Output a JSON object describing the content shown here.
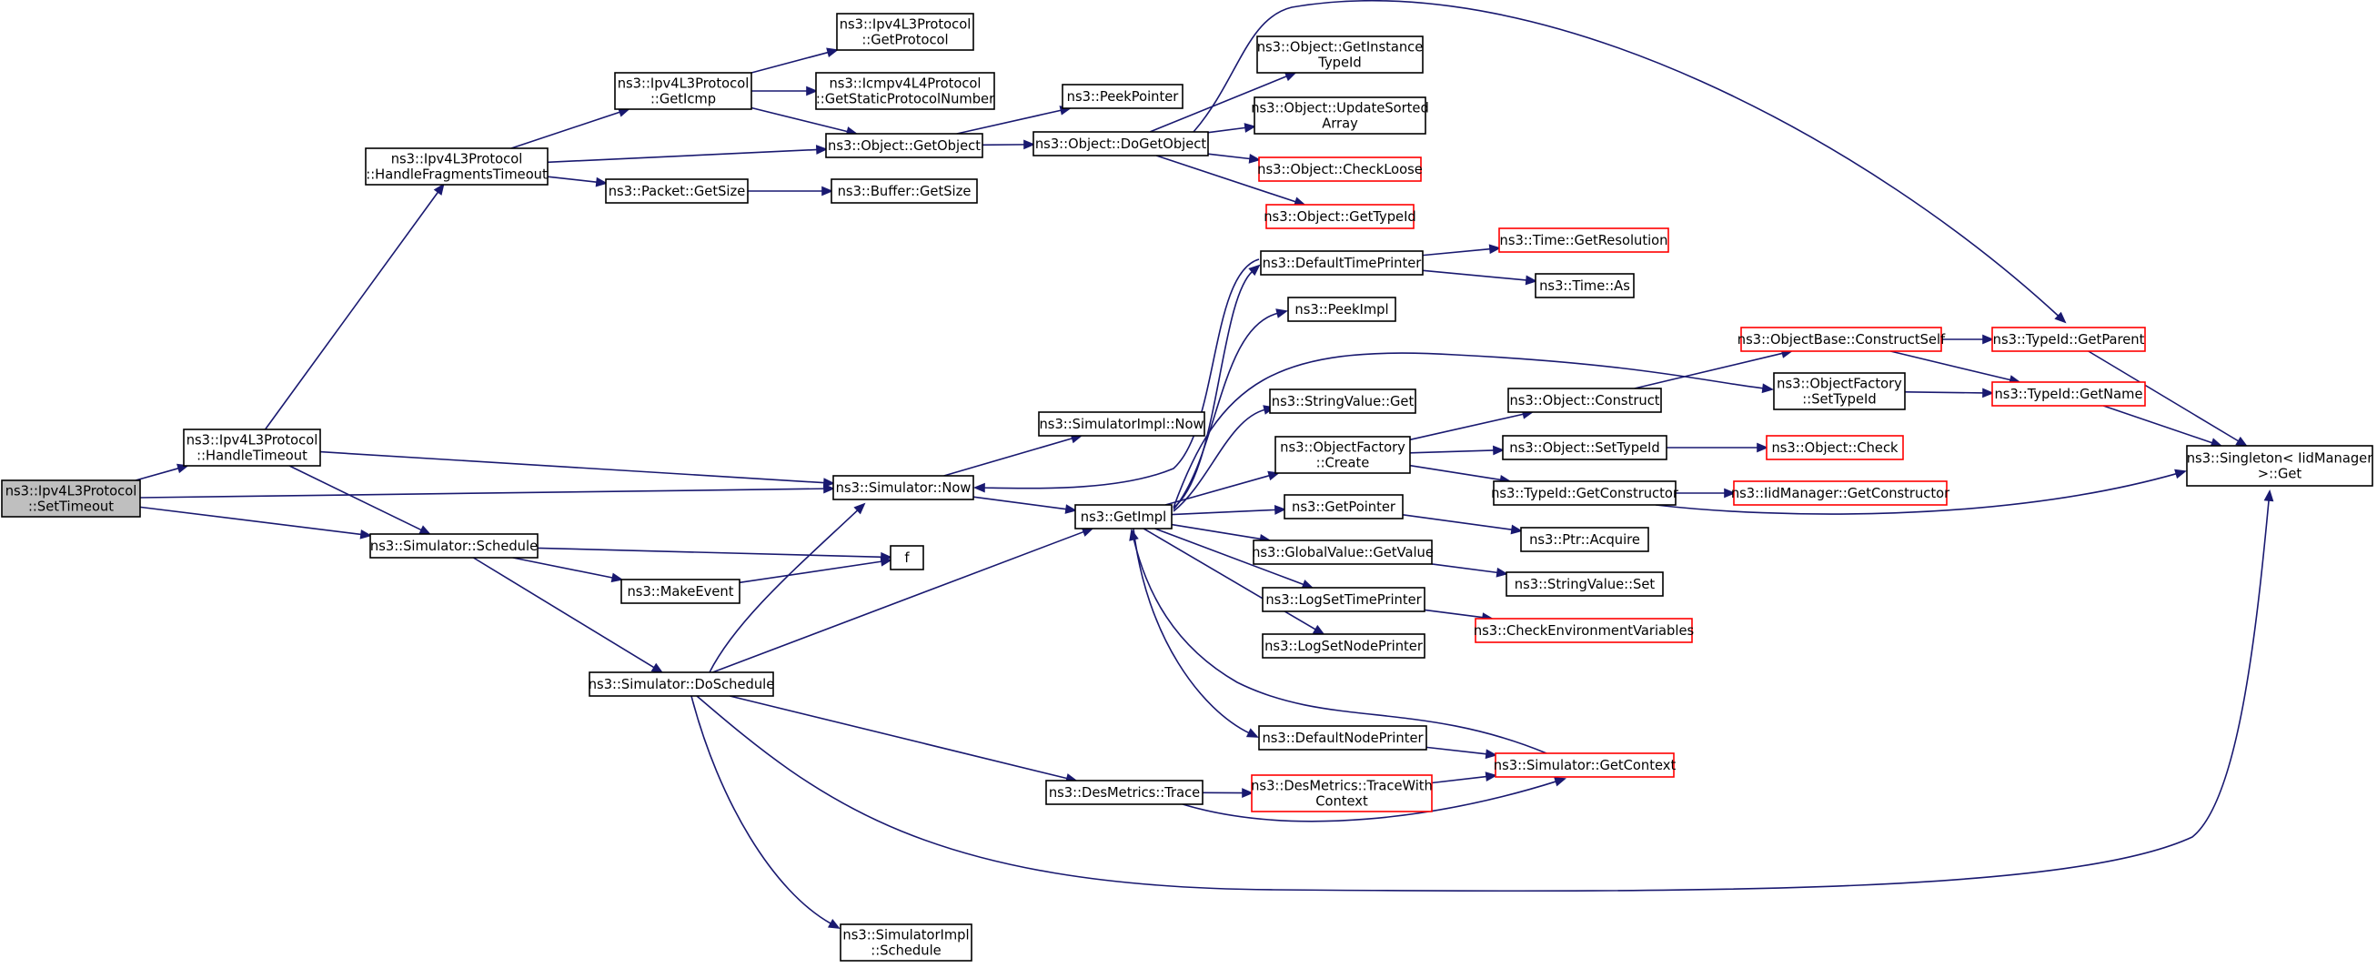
{
  "diagram": {
    "kind": "doxygen-call-graph",
    "colors": {
      "edge": "#191970",
      "node_border": "#000000",
      "truncated_border": "#ff0000",
      "root_fill": "#bfbfbf",
      "node_fill": "#ffffff"
    },
    "nodes": [
      {
        "id": "SetTimeout",
        "lines": [
          "ns3::Ipv4L3Protocol",
          "::SetTimeout"
        ],
        "root": true
      },
      {
        "id": "HandleTimeout",
        "lines": [
          "ns3::Ipv4L3Protocol",
          "::HandleTimeout"
        ]
      },
      {
        "id": "HandleFragmentsTimeout",
        "lines": [
          "ns3::Ipv4L3Protocol",
          "::HandleFragmentsTimeout"
        ]
      },
      {
        "id": "GetIcmp",
        "lines": [
          "ns3::Ipv4L3Protocol",
          "::GetIcmp"
        ]
      },
      {
        "id": "GetProtocol",
        "lines": [
          "ns3::Ipv4L3Protocol",
          "::GetProtocol"
        ]
      },
      {
        "id": "GetStaticProtocolNumber",
        "lines": [
          "ns3::Icmpv4L4Protocol",
          "::GetStaticProtocolNumber"
        ]
      },
      {
        "id": "GetObject",
        "lines": [
          "ns3::Object::GetObject"
        ]
      },
      {
        "id": "PeekPointer",
        "lines": [
          "ns3::PeekPointer"
        ]
      },
      {
        "id": "DoGetObject",
        "lines": [
          "ns3::Object::DoGetObject"
        ]
      },
      {
        "id": "GetInstanceTypeId",
        "lines": [
          "ns3::Object::GetInstance",
          "TypeId"
        ]
      },
      {
        "id": "UpdateSortedArray",
        "lines": [
          "ns3::Object::UpdateSorted",
          "Array"
        ]
      },
      {
        "id": "CheckLoose",
        "lines": [
          "ns3::Object::CheckLoose"
        ],
        "truncated": true
      },
      {
        "id": "GetTypeId",
        "lines": [
          "ns3::Object::GetTypeId"
        ],
        "truncated": true
      },
      {
        "id": "PacketGetSize",
        "lines": [
          "ns3::Packet::GetSize"
        ]
      },
      {
        "id": "BufferGetSize",
        "lines": [
          "ns3::Buffer::GetSize"
        ]
      },
      {
        "id": "SimulatorNow",
        "lines": [
          "ns3::Simulator::Now"
        ]
      },
      {
        "id": "SimulatorImplNow",
        "lines": [
          "ns3::SimulatorImpl::Now"
        ]
      },
      {
        "id": "SimulatorSchedule",
        "lines": [
          "ns3::Simulator::Schedule"
        ]
      },
      {
        "id": "f",
        "lines": [
          "f"
        ]
      },
      {
        "id": "MakeEvent",
        "lines": [
          "ns3::MakeEvent"
        ]
      },
      {
        "id": "DoSchedule",
        "lines": [
          "ns3::Simulator::DoSchedule"
        ]
      },
      {
        "id": "GetImpl",
        "lines": [
          "ns3::GetImpl"
        ]
      },
      {
        "id": "DefaultTimePrinter",
        "lines": [
          "ns3::DefaultTimePrinter"
        ]
      },
      {
        "id": "TimeGetResolution",
        "lines": [
          "ns3::Time::GetResolution"
        ],
        "truncated": true
      },
      {
        "id": "TimeAs",
        "lines": [
          "ns3::Time::As"
        ]
      },
      {
        "id": "PeekImpl",
        "lines": [
          "ns3::PeekImpl"
        ]
      },
      {
        "id": "StringValueGet",
        "lines": [
          "ns3::StringValue::Get"
        ]
      },
      {
        "id": "ObjectFactoryCreate",
        "lines": [
          "ns3::ObjectFactory",
          "::Create"
        ]
      },
      {
        "id": "GetPointer",
        "lines": [
          "ns3::GetPointer"
        ]
      },
      {
        "id": "GlobalValueGetValue",
        "lines": [
          "ns3::GlobalValue::GetValue"
        ]
      },
      {
        "id": "LogSetTimePrinter",
        "lines": [
          "ns3::LogSetTimePrinter"
        ]
      },
      {
        "id": "LogSetNodePrinter",
        "lines": [
          "ns3::LogSetNodePrinter"
        ]
      },
      {
        "id": "DefaultNodePrinter",
        "lines": [
          "ns3::DefaultNodePrinter"
        ]
      },
      {
        "id": "ObjectBaseConstructSelf",
        "lines": [
          "ns3::ObjectBase::ConstructSelf"
        ],
        "truncated": true
      },
      {
        "id": "ObjectFactorySetTypeId",
        "lines": [
          "ns3::ObjectFactory",
          "::SetTypeId"
        ]
      },
      {
        "id": "ObjectConstruct",
        "lines": [
          "ns3::Object::Construct"
        ]
      },
      {
        "id": "ObjectSetTypeId",
        "lines": [
          "ns3::Object::SetTypeId"
        ]
      },
      {
        "id": "TypeIdGetConstructor",
        "lines": [
          "ns3::TypeId::GetConstructor"
        ]
      },
      {
        "id": "PtrAcquire",
        "lines": [
          "ns3::Ptr::Acquire"
        ]
      },
      {
        "id": "StringValueSet",
        "lines": [
          "ns3::StringValue::Set"
        ]
      },
      {
        "id": "CheckEnvironmentVariables",
        "lines": [
          "ns3::CheckEnvironmentVariables"
        ],
        "truncated": true
      },
      {
        "id": "SimulatorGetContext",
        "lines": [
          "ns3::Simulator::GetContext"
        ],
        "truncated": true
      },
      {
        "id": "DesMetricsTrace",
        "lines": [
          "ns3::DesMetrics::Trace"
        ]
      },
      {
        "id": "TraceWithContext",
        "lines": [
          "ns3::DesMetrics::TraceWith",
          "Context"
        ],
        "truncated": true
      },
      {
        "id": "SimulatorImplSchedule",
        "lines": [
          "ns3::SimulatorImpl",
          "::Schedule"
        ]
      },
      {
        "id": "TypeIdGetParent",
        "lines": [
          "ns3::TypeId::GetParent"
        ],
        "truncated": true
      },
      {
        "id": "TypeIdGetName",
        "lines": [
          "ns3::TypeId::GetName"
        ],
        "truncated": true
      },
      {
        "id": "ObjectCheck",
        "lines": [
          "ns3::Object::Check"
        ],
        "truncated": true
      },
      {
        "id": "IidManagerGetConstructor",
        "lines": [
          "ns3::IidManager::GetConstructor"
        ],
        "truncated": true
      },
      {
        "id": "SingletonGet",
        "lines": [
          "ns3::Singleton< IidManager",
          " >::Get"
        ]
      }
    ],
    "edges": [
      [
        "SetTimeout",
        "HandleTimeout"
      ],
      [
        "SetTimeout",
        "SimulatorNow"
      ],
      [
        "SetTimeout",
        "SimulatorSchedule"
      ],
      [
        "HandleTimeout",
        "HandleFragmentsTimeout"
      ],
      [
        "HandleTimeout",
        "SimulatorNow"
      ],
      [
        "HandleTimeout",
        "SimulatorSchedule"
      ],
      [
        "HandleFragmentsTimeout",
        "GetIcmp"
      ],
      [
        "HandleFragmentsTimeout",
        "GetObject"
      ],
      [
        "HandleFragmentsTimeout",
        "PacketGetSize"
      ],
      [
        "GetIcmp",
        "GetProtocol"
      ],
      [
        "GetIcmp",
        "GetStaticProtocolNumber"
      ],
      [
        "GetIcmp",
        "GetObject"
      ],
      [
        "GetObject",
        "PeekPointer"
      ],
      [
        "GetObject",
        "DoGetObject"
      ],
      [
        "DoGetObject",
        "GetInstanceTypeId"
      ],
      [
        "DoGetObject",
        "UpdateSortedArray"
      ],
      [
        "DoGetObject",
        "CheckLoose"
      ],
      [
        "DoGetObject",
        "GetTypeId"
      ],
      [
        "DoGetObject",
        "TypeIdGetParent"
      ],
      [
        "PacketGetSize",
        "BufferGetSize"
      ],
      [
        "SimulatorNow",
        "SimulatorImplNow"
      ],
      [
        "SimulatorNow",
        "GetImpl"
      ],
      [
        "SimulatorSchedule",
        "f"
      ],
      [
        "SimulatorSchedule",
        "MakeEvent"
      ],
      [
        "SimulatorSchedule",
        "DoSchedule"
      ],
      [
        "MakeEvent",
        "f"
      ],
      [
        "DoSchedule",
        "SimulatorNow"
      ],
      [
        "DoSchedule",
        "GetImpl"
      ],
      [
        "DoSchedule",
        "DesMetricsTrace"
      ],
      [
        "DoSchedule",
        "SimulatorImplSchedule"
      ],
      [
        "DoSchedule",
        "SingletonGet"
      ],
      [
        "GetImpl",
        "DefaultTimePrinter"
      ],
      [
        "GetImpl",
        "PeekImpl"
      ],
      [
        "GetImpl",
        "StringValueGet"
      ],
      [
        "GetImpl",
        "ObjectFactorySetTypeId"
      ],
      [
        "GetImpl",
        "ObjectFactoryCreate"
      ],
      [
        "GetImpl",
        "GetPointer"
      ],
      [
        "GetImpl",
        "GlobalValueGetValue"
      ],
      [
        "GetImpl",
        "LogSetTimePrinter"
      ],
      [
        "GetImpl",
        "LogSetNodePrinter"
      ],
      [
        "GetImpl",
        "DefaultNodePrinter"
      ],
      [
        "DefaultTimePrinter",
        "TimeGetResolution"
      ],
      [
        "DefaultTimePrinter",
        "TimeAs"
      ],
      [
        "DefaultTimePrinter",
        "SimulatorNow"
      ],
      [
        "ObjectFactoryCreate",
        "ObjectConstruct"
      ],
      [
        "ObjectFactoryCreate",
        "ObjectSetTypeId"
      ],
      [
        "ObjectFactoryCreate",
        "TypeIdGetConstructor"
      ],
      [
        "ObjectConstruct",
        "ObjectBaseConstructSelf"
      ],
      [
        "ObjectSetTypeId",
        "ObjectCheck"
      ],
      [
        "TypeIdGetConstructor",
        "IidManagerGetConstructor"
      ],
      [
        "TypeIdGetConstructor",
        "SingletonGet"
      ],
      [
        "ObjectBaseConstructSelf",
        "TypeIdGetParent"
      ],
      [
        "ObjectBaseConstructSelf",
        "TypeIdGetName"
      ],
      [
        "ObjectFactorySetTypeId",
        "TypeIdGetName"
      ],
      [
        "TypeIdGetParent",
        "SingletonGet"
      ],
      [
        "TypeIdGetName",
        "SingletonGet"
      ],
      [
        "GetPointer",
        "PtrAcquire"
      ],
      [
        "GlobalValueGetValue",
        "StringValueSet"
      ],
      [
        "LogSetTimePrinter",
        "CheckEnvironmentVariables"
      ],
      [
        "DefaultNodePrinter",
        "SimulatorGetContext"
      ],
      [
        "SimulatorGetContext",
        "GetImpl"
      ],
      [
        "DesMetricsTrace",
        "TraceWithContext"
      ],
      [
        "DesMetricsTrace",
        "SimulatorGetContext"
      ],
      [
        "TraceWithContext",
        "SimulatorGetContext"
      ]
    ]
  }
}
